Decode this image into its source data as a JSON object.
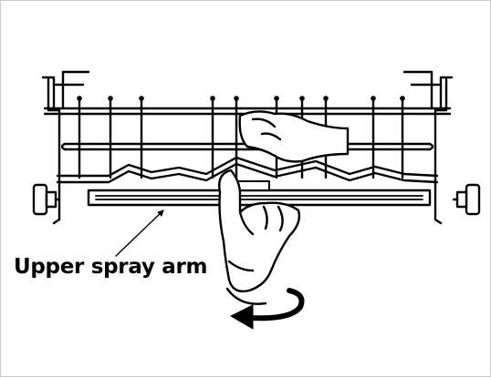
{
  "figure": {
    "label": "Upper spray arm",
    "icons": [
      "dishwasher-upper-rack",
      "spray-arm",
      "hand",
      "rotate-arrow-left"
    ],
    "colors": {
      "line": "#000000",
      "background": "#ffffff",
      "border": "#c9c9c9"
    }
  }
}
